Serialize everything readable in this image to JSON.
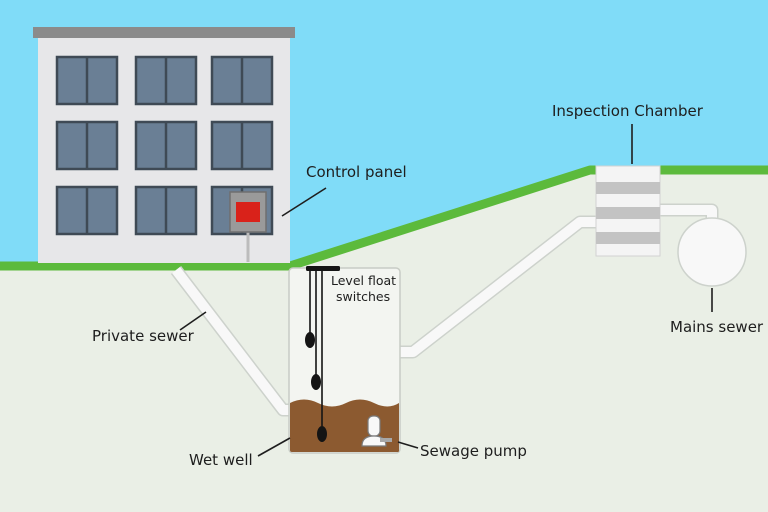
{
  "diagram": {
    "labels": {
      "control_panel": "Control panel",
      "inspection_chamber": "Inspection Chamber",
      "level_float_switches_line1": "Level float",
      "level_float_switches_line2": "switches",
      "private_sewer": "Private sewer",
      "mains_sewer": "Mains sewer",
      "wet_well": "Wet well",
      "sewage_pump": "Sewage pump"
    },
    "colors": {
      "sky": "#80dcf8",
      "ground": "#eaefe6",
      "grass": "#5cba3c",
      "building": "#e7e7e9",
      "roof": "#8b8b8b",
      "window_glass": "#6a7f95",
      "window_frame": "#3f4a55",
      "panel_box": "#9a9a9a",
      "panel_light": "#d9221a",
      "pipe": "#f8f8f8",
      "sewage": "#8c5a30",
      "float": "#141414"
    }
  }
}
